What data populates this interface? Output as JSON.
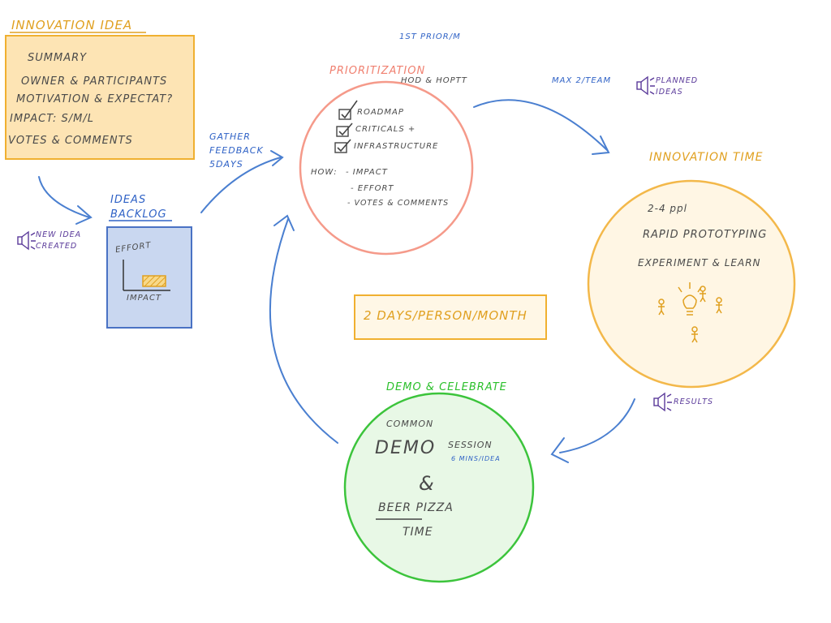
{
  "innovation_idea": {
    "title": "Innovation Idea",
    "items": [
      "Summary",
      "Owner & Participants",
      "Motivation & Expectat?",
      "Impact: S/M/L",
      "Votes & Comments"
    ]
  },
  "new_idea_note": "New idea created",
  "ideas_backlog": {
    "title": "Ideas Backlog",
    "effort_label": "Effort",
    "impact_label": "Impact"
  },
  "gather_feedback": "Gather Feedback 5days",
  "prioritization": {
    "cadence": "1st Prior/M",
    "title": "Prioritization",
    "who": "HoD & HoPTT",
    "checks": [
      "Roadmap",
      "Criticals +",
      "Infrastructure"
    ],
    "how_label": "How:",
    "how_items": [
      "- Impact",
      "- Effort",
      "- Votes & Comments"
    ]
  },
  "max_team": "Max 2/team",
  "planned_ideas": "Planned ideas",
  "innovation_time": {
    "title": "Innovation Time",
    "people": "2-4 ppl",
    "line1": "Rapid Prototyping",
    "line2": "Experiment & Learn"
  },
  "days_note": "2 days/person/month",
  "results_note": "Results",
  "demo": {
    "title": "Demo & Celebrate",
    "common": "Common",
    "demo_word": "Demo",
    "session": "Session",
    "mins": "6 mins/idea",
    "amp": "&",
    "beer": "Beer Pizza",
    "time": "Time"
  },
  "colors": {
    "arrow": "#4a7fd0",
    "idea_box_fill": "#fde4b4",
    "idea_box_stroke": "#f0b030",
    "backlog_fill": "#c9d7f0",
    "backlog_stroke": "#4a72c4",
    "prio_stroke": "#f59a8a",
    "time_stroke": "#f3b84a",
    "time_fill": "#fff6e4",
    "demo_stroke": "#3cc43c",
    "demo_fill": "#e8f8e6"
  }
}
